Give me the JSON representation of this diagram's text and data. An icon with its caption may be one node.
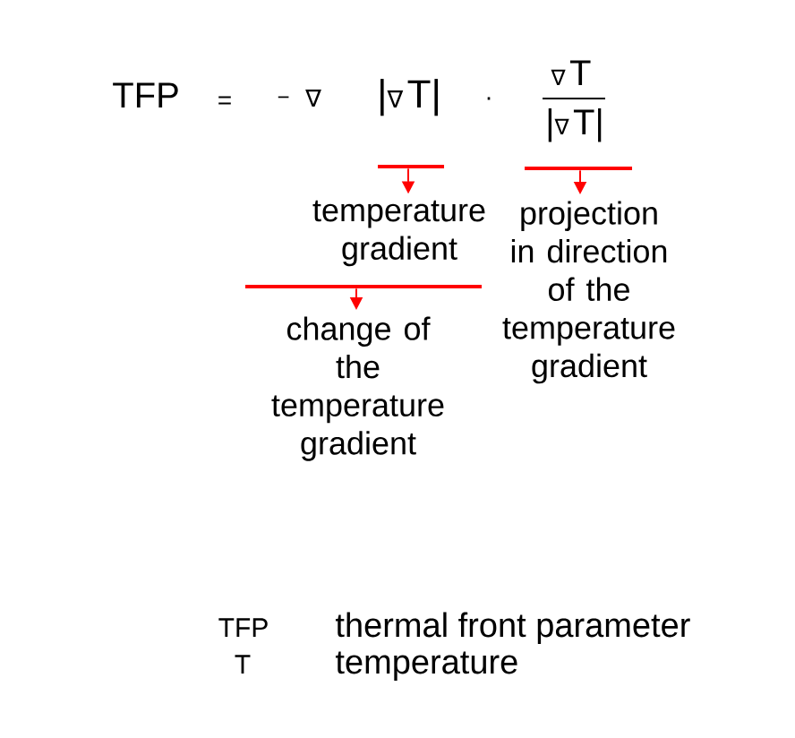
{
  "diagram": {
    "nodes": [
      {
        "text": [],
        "shape": "bar"
      },
      {
        "text": [],
        "shape": "bar"
      },
      {
        "text": [
          "temperature gradient"
        ]
      },
      {
        "text": [
          "projection in direction of the temperature gradient"
        ]
      },
      {
        "text": [],
        "shape": "bar"
      },
      {
        "text": [
          "change of the temperature gradient"
        ]
      }
    ],
    "edges": [
      {
        "from": 0,
        "to": 2,
        "arrow": "to"
      },
      {
        "from": 1,
        "to": 3,
        "arrow": "to"
      },
      {
        "from": 4,
        "to": 5,
        "arrow": "to"
      }
    ],
    "labels": [
      "TFP",
      "=",
      "−",
      "∇",
      "|∇T|",
      "·",
      "∇T",
      "|∇T|",
      "TFP",
      "thermal front parameter",
      "T",
      "temperature"
    ]
  }
}
